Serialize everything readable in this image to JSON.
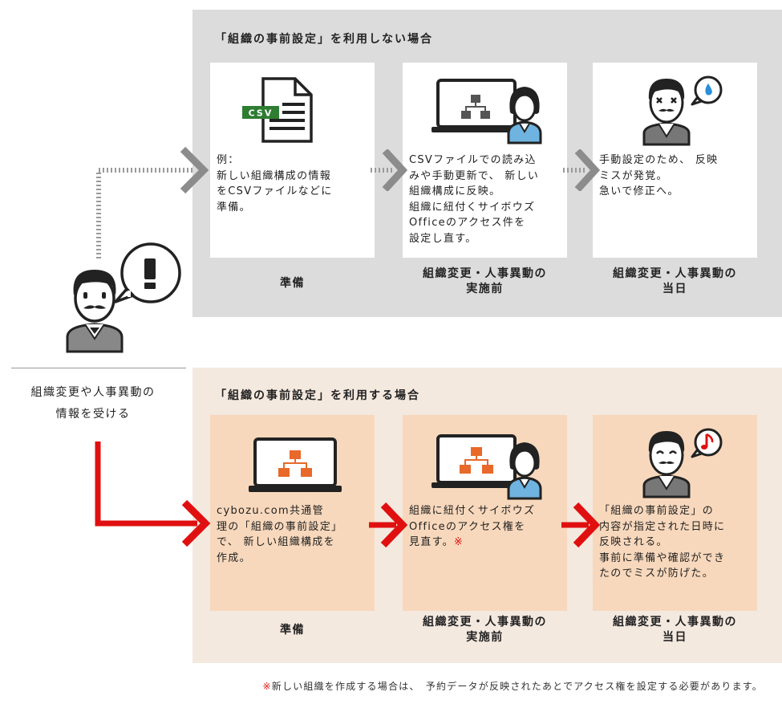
{
  "top_section": {
    "title": "「組織の事前設定」を利用しない場合",
    "cards": [
      {
        "icon": "csv-file-icon",
        "icon_label": "CSV",
        "lines": [
          "例：",
          "新しい組織構成の情報",
          "をCSVファイルなどに",
          "準備。"
        ]
      },
      {
        "icon": "laptop-org-chart-icon",
        "lines": [
          "CSVファイルでの読み込",
          "みや手動更新で、 新しい",
          "組織構成に反映。",
          "組織に紐付くサイボウズ",
          "Officeのアクセス件を",
          "設定し直す。"
        ]
      },
      {
        "icon": "worried-person-icon",
        "lines": [
          "手動設定のため、 反映",
          "ミスが発覚。",
          "急いで修正へ。"
        ]
      }
    ],
    "stages": [
      [
        "準備"
      ],
      [
        "組織変更・人事異動の",
        "実施前"
      ],
      [
        "組織変更・人事異動の",
        "当日"
      ]
    ]
  },
  "bottom_section": {
    "title": "「組織の事前設定」を利用する場合",
    "cards": [
      {
        "icon": "laptop-org-chart-icon",
        "lines": [
          "cybozu.com共通管",
          "理の「組織の事前設定」",
          "で、 新しい組織構成を",
          "作成。"
        ]
      },
      {
        "icon": "laptop-org-chart-icon",
        "lines": [
          "組織に紐付くサイボウズ",
          "Officeのアクセス権を"
        ],
        "last_line": "見直す。",
        "note_mark": "※"
      },
      {
        "icon": "happy-person-icon",
        "lines": [
          "「組織の事前設定」の",
          "内容が指定された日時に",
          "反映される。",
          "事前に準備や確認ができ",
          "たのでミスが防げた。"
        ]
      }
    ],
    "stages": [
      [
        "準備"
      ],
      [
        "組織変更・人事異動の",
        "実施前"
      ],
      [
        "組織変更・人事異動の",
        "当日"
      ]
    ]
  },
  "side": {
    "lines": [
      "組織変更や人事異動の",
      "情報を受ける"
    ],
    "bubble_symbol": "!"
  },
  "footnote": {
    "mark": "※",
    "text": "新しい組織を作成する場合は、　予約データが反映されたあとでアクセス権を設定する必要があります。"
  },
  "colors": {
    "top_panel": "#dcdcdc",
    "bottom_panel": "#f4e9df",
    "bottom_card": "#f8d8bc",
    "accent_red": "#e01010",
    "org_orange": "#e8692a",
    "csv_green": "#2e7d32",
    "bubble_blue": "#2a8fd8"
  }
}
